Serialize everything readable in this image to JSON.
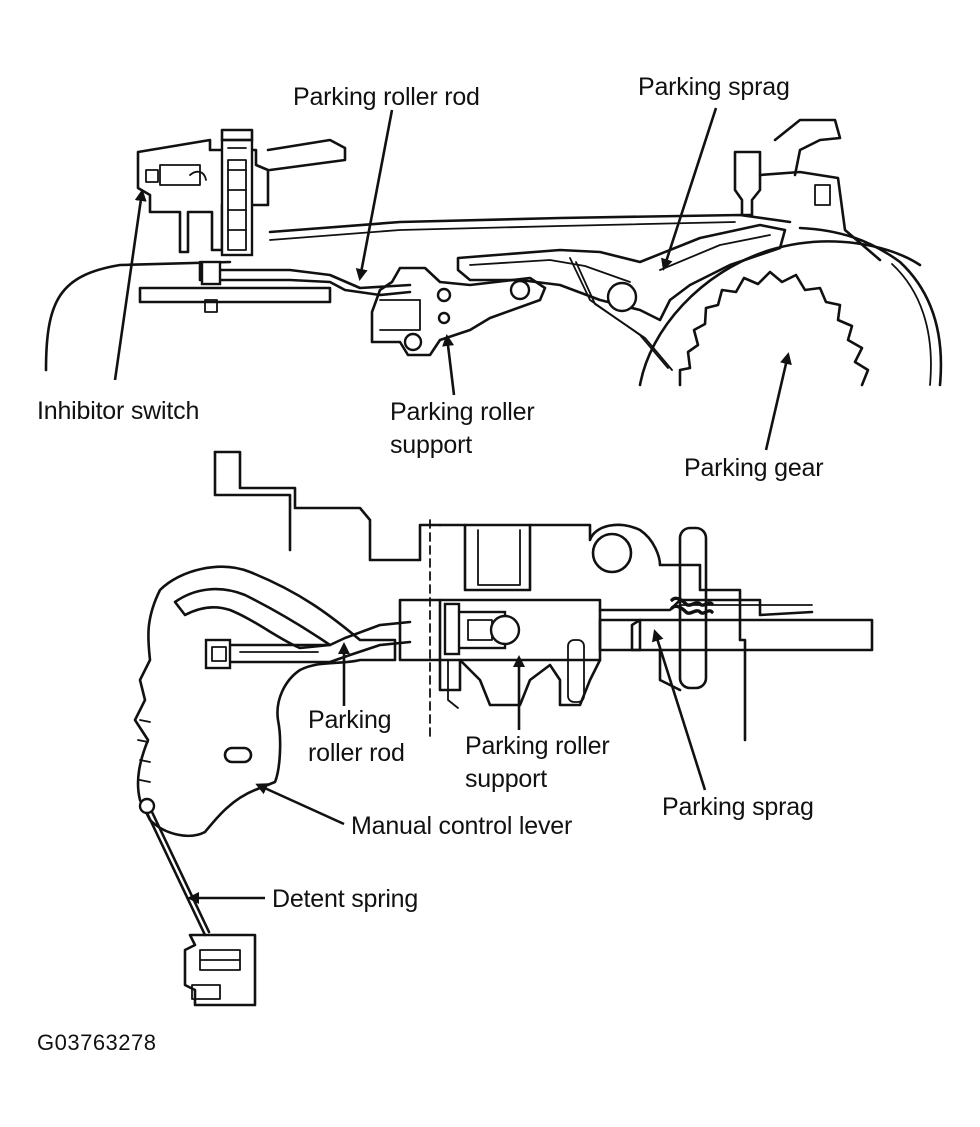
{
  "figure": {
    "id_code": "G03763278"
  },
  "labels": {
    "top_parking_roller_rod": "Parking roller rod",
    "top_parking_sprag": "Parking sprag",
    "inhibitor_switch": "Inhibitor switch",
    "top_parking_roller_support_line1": "Parking roller",
    "top_parking_roller_support_line2": "support",
    "parking_gear": "Parking gear",
    "bottom_parking_roller_rod_line1": "Parking",
    "bottom_parking_roller_rod_line2": "roller rod",
    "bottom_parking_roller_support_line1": "Parking roller",
    "bottom_parking_roller_support_line2": "support",
    "bottom_parking_sprag": "Parking sprag",
    "manual_control_lever": "Manual control lever",
    "detent_spring": "Detent spring"
  },
  "colors": {
    "ink": "#111111",
    "background": "#ffffff"
  }
}
